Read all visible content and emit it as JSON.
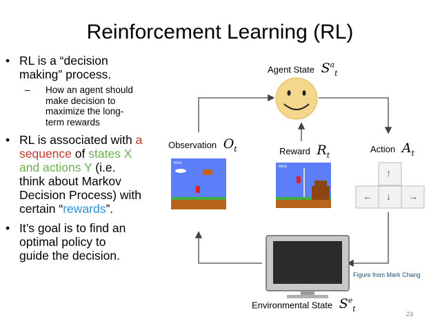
{
  "slide": {
    "title": "Reinforcement Learning (RL)",
    "page_number": "23"
  },
  "bullets": {
    "b1_line1": "RL is a “decision",
    "b1_line2": "making” process.",
    "sub1_line1": "How an agent should",
    "sub1_line2": "make decision to",
    "sub1_line3": "maximize the long-",
    "sub1_line4": "term rewards",
    "b2_l1_a": "RL is associated with ",
    "b2_l1_b": "a",
    "b2_l2_a": "sequence",
    "b2_l2_b": " of ",
    "b2_l2_c": "states X",
    "b2_l3_a": "and actions Y",
    "b2_l3_b": " (i.e.",
    "b2_l4": "think about Markov",
    "b2_l5": "Decision Process) with",
    "b2_l6_a": "certain “",
    "b2_l6_b": "rewards",
    "b2_l6_c": "”.",
    "b3_l1": "It’s goal is to find an",
    "b3_l2": "optimal policy to",
    "b3_l3": "guide the decision."
  },
  "diagram": {
    "agent_state_label": "Agent State",
    "observation_label": "Observation",
    "reward_label": "Reward",
    "action_label": "Action",
    "environmental_state_label": "Environmental State",
    "sym_agent": "S",
    "sym_agent_sup": "a",
    "sym_agent_sub": "t",
    "sym_obs": "O",
    "sym_obs_sub": "t",
    "sym_reward": "R",
    "sym_reward_sub": "t",
    "sym_action": "A",
    "sym_action_sub": "t",
    "sym_env": "S",
    "sym_env_sup": "e",
    "sym_env_sub": "t",
    "arrow_keys": [
      "↑",
      "←",
      "↓",
      "→"
    ]
  },
  "caption": "Figure from Mark Chang",
  "colors": {
    "highlight_red": "#c0392b",
    "highlight_green": "#6ab04c",
    "highlight_blue": "#2e8fd1",
    "smiley_fill": "#f4d68c",
    "game_sky": "#5c7ef8"
  }
}
